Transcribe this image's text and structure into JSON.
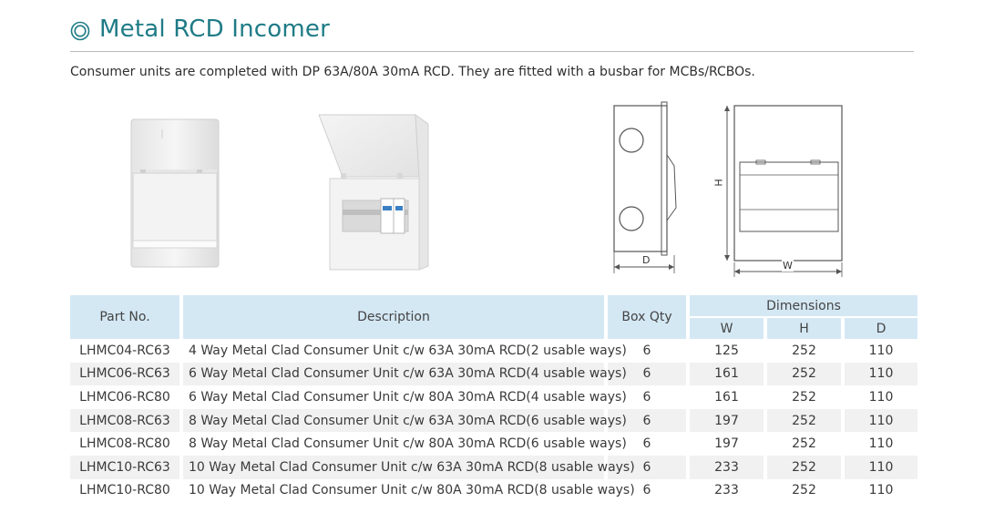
{
  "page": {
    "title": "Metal RCD Incomer",
    "intro": "Consumer units are completed with DP 63A/80A 30mA RCD. They are fitted with a busbar for MCBs/RCBOs."
  },
  "drawing": {
    "depth_label": "D",
    "height_label": "H",
    "width_label": "W"
  },
  "table": {
    "headers": {
      "part_no": "Part No.",
      "description": "Description",
      "box_qty": "Box Qty",
      "dimensions": "Dimensions",
      "w": "W",
      "h": "H",
      "d": "D"
    },
    "rows": [
      {
        "part": "LHMC04-RC63",
        "desc": "4 Way Metal Clad Consumer Unit c/w 63A 30mA RCD(2 usable ways)",
        "qty": "6",
        "w": "125",
        "h": "252",
        "d": "110"
      },
      {
        "part": "LHMC06-RC63",
        "desc": "6 Way Metal Clad Consumer Unit c/w 63A 30mA RCD(4 usable ways)",
        "qty": "6",
        "w": "161",
        "h": "252",
        "d": "110"
      },
      {
        "part": "LHMC06-RC80",
        "desc": "6 Way Metal Clad Consumer Unit c/w 80A 30mA RCD(4 usable ways)",
        "qty": "6",
        "w": "161",
        "h": "252",
        "d": "110"
      },
      {
        "part": "LHMC08-RC63",
        "desc": "8 Way Metal Clad Consumer Unit c/w 63A 30mA RCD(6 usable ways)",
        "qty": "6",
        "w": "197",
        "h": "252",
        "d": "110"
      },
      {
        "part": "LHMC08-RC80",
        "desc": "8 Way Metal Clad Consumer Unit c/w 80A 30mA RCD(6 usable ways)",
        "qty": "6",
        "w": "197",
        "h": "252",
        "d": "110"
      },
      {
        "part": "LHMC10-RC63",
        "desc": "10 Way Metal Clad Consumer Unit c/w 63A 30mA RCD(8 usable ways)",
        "qty": "6",
        "w": "233",
        "h": "252",
        "d": "110"
      },
      {
        "part": "LHMC10-RC80",
        "desc": "10 Way Metal Clad Consumer Unit c/w 80A 30mA RCD(8 usable ways)",
        "qty": "6",
        "w": "233",
        "h": "252",
        "d": "110"
      }
    ]
  }
}
